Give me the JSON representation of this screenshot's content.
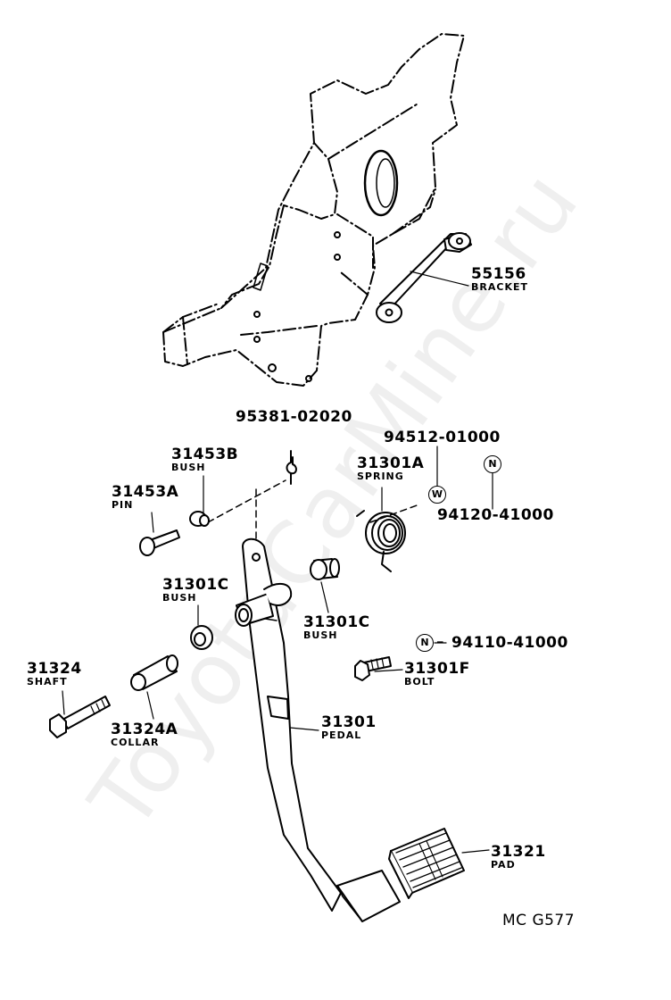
{
  "watermark": "ToyotaCarMine.ru",
  "diagram_code": "MC G577",
  "markers": {
    "w": "W",
    "n": "N"
  },
  "parts": {
    "p55156": {
      "number": "55156",
      "name": "BRACKET"
    },
    "p95381": {
      "number": "95381-02020",
      "name": ""
    },
    "p31453B": {
      "number": "31453B",
      "name": "BUSH"
    },
    "p31453A": {
      "number": "31453A",
      "name": "PIN"
    },
    "p94512": {
      "number": "94512-01000",
      "name": ""
    },
    "p31301A": {
      "number": "31301A",
      "name": "SPRING"
    },
    "p94120": {
      "number": "94120-41000",
      "name": ""
    },
    "p31301C_l": {
      "number": "31301C",
      "name": "BUSH"
    },
    "p31301C_r": {
      "number": "31301C",
      "name": "BUSH"
    },
    "p94110": {
      "number": "94110-41000",
      "name": ""
    },
    "p31301F": {
      "number": "31301F",
      "name": "BOLT"
    },
    "p31324": {
      "number": "31324",
      "name": "SHAFT"
    },
    "p31324A": {
      "number": "31324A",
      "name": "COLLAR"
    },
    "p31301": {
      "number": "31301",
      "name": "PEDAL"
    },
    "p31321": {
      "number": "31321",
      "name": "PAD"
    }
  }
}
